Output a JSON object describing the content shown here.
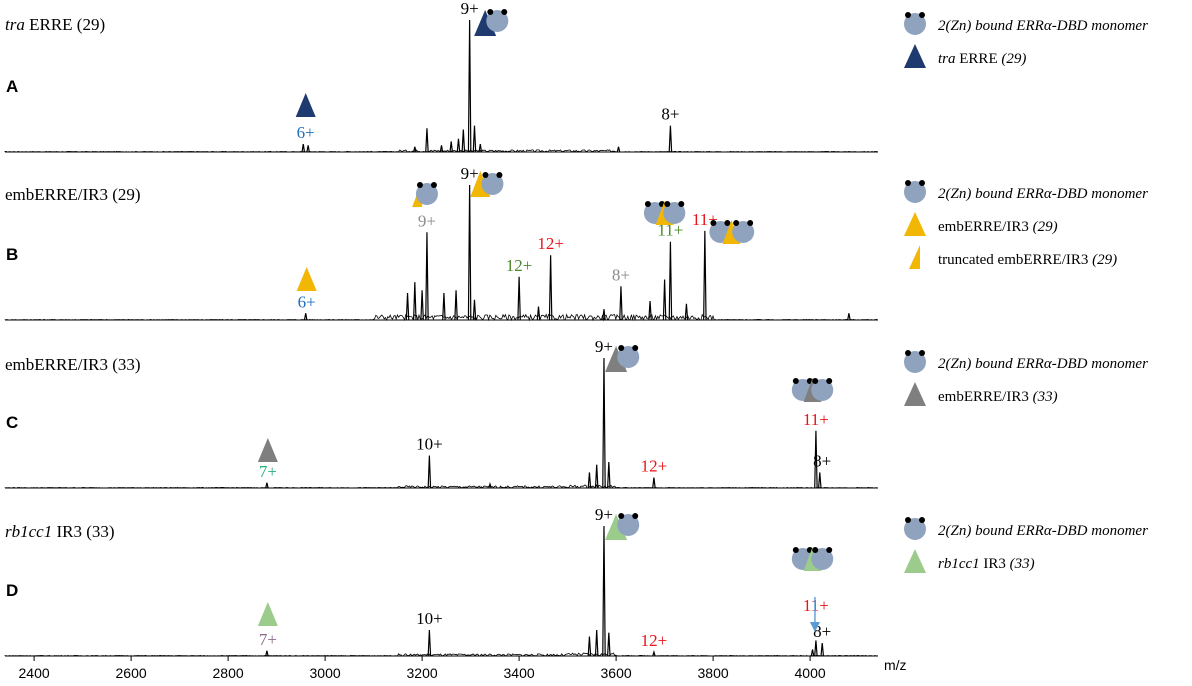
{
  "colors": {
    "navy": "#1f3a6e",
    "yellow": "#f2b705",
    "gray_tri": "#7f7f7f",
    "green_tri": "#9ccc8c",
    "protein": "#8fa3bf",
    "blue_label": "#1f6fc0",
    "green_label": "#4a8a2a",
    "red_label": "#e8141a",
    "gray_label": "#8c8c8c",
    "teal_label": "#25b07a",
    "purple_label": "#8c6a8a",
    "arrow": "#5b9bd5"
  },
  "x_axis": {
    "label": "m/z",
    "ticks": [
      "2400",
      "2600",
      "2800",
      "3000",
      "3200",
      "3400",
      "3600",
      "3800",
      "4000"
    ]
  },
  "chart_data": [
    {
      "type": "line",
      "panel": "A",
      "title_italic": "tra",
      "title_rest": " ERRE (29)",
      "xlim": [
        2340,
        4140
      ],
      "peaks": [
        {
          "x": 2955,
          "y": 0.06
        },
        {
          "x": 2965,
          "y": 0.05
        },
        {
          "x": 3185,
          "y": 0.04
        },
        {
          "x": 3210,
          "y": 0.18
        },
        {
          "x": 3240,
          "y": 0.05
        },
        {
          "x": 3260,
          "y": 0.08
        },
        {
          "x": 3275,
          "y": 0.1
        },
        {
          "x": 3285,
          "y": 0.17
        },
        {
          "x": 3298,
          "y": 1.0
        },
        {
          "x": 3308,
          "y": 0.2
        },
        {
          "x": 3320,
          "y": 0.06
        },
        {
          "x": 3605,
          "y": 0.04
        },
        {
          "x": 3712,
          "y": 0.2
        }
      ],
      "labels": [
        {
          "text": "9+",
          "x": 3298,
          "y": 1.0,
          "color": "#000000"
        },
        {
          "text": "8+",
          "x": 3712,
          "y": 0.2,
          "color": "#000000"
        },
        {
          "text": "6+",
          "x": 2960,
          "y": 0.06,
          "color": "#1f6fc0"
        }
      ],
      "legend": [
        {
          "icon": "protein-monomer",
          "text": "2(Zn) bound ERRα-DBD monomer",
          "style": "italic"
        },
        {
          "icon": "navy-triangle",
          "text_italic": "tra",
          "text_rest": " ERRE ",
          "text_tail": "(29)"
        }
      ]
    },
    {
      "type": "line",
      "panel": "B",
      "title_italic": "",
      "title_rest": "embERRE/IR3  (29)",
      "xlim": [
        2340,
        4140
      ],
      "peaks": [
        {
          "x": 2960,
          "y": 0.05
        },
        {
          "x": 3170,
          "y": 0.2
        },
        {
          "x": 3185,
          "y": 0.28
        },
        {
          "x": 3200,
          "y": 0.22
        },
        {
          "x": 3210,
          "y": 0.65
        },
        {
          "x": 3245,
          "y": 0.2
        },
        {
          "x": 3270,
          "y": 0.22
        },
        {
          "x": 3298,
          "y": 1.0
        },
        {
          "x": 3308,
          "y": 0.15
        },
        {
          "x": 3400,
          "y": 0.32
        },
        {
          "x": 3440,
          "y": 0.1
        },
        {
          "x": 3465,
          "y": 0.48
        },
        {
          "x": 3575,
          "y": 0.08
        },
        {
          "x": 3610,
          "y": 0.25
        },
        {
          "x": 3670,
          "y": 0.14
        },
        {
          "x": 3700,
          "y": 0.3
        },
        {
          "x": 3712,
          "y": 0.58
        },
        {
          "x": 3745,
          "y": 0.12
        },
        {
          "x": 3783,
          "y": 0.66
        },
        {
          "x": 4080,
          "y": 0.05
        }
      ],
      "labels": [
        {
          "text": "9+",
          "x": 3298,
          "y": 1.0,
          "color": "#000000"
        },
        {
          "text": "9+",
          "x": 3210,
          "y": 0.65,
          "color": "#8c8c8c"
        },
        {
          "text": "12+",
          "x": 3400,
          "y": 0.32,
          "color": "#4a8a2a"
        },
        {
          "text": "12+",
          "x": 3465,
          "y": 0.48,
          "color": "#e8141a"
        },
        {
          "text": "8+",
          "x": 3610,
          "y": 0.25,
          "color": "#8c8c8c"
        },
        {
          "text": "11+",
          "x": 3712,
          "y": 0.58,
          "color": "#4a8a2a"
        },
        {
          "text": "11+",
          "x": 3783,
          "y": 0.66,
          "color": "#e8141a"
        },
        {
          "text": "6+",
          "x": 2962,
          "y": 0.05,
          "color": "#1f6fc0"
        }
      ],
      "legend": [
        {
          "icon": "protein-monomer",
          "text": "2(Zn) bound ERRα-DBD monomer",
          "style": "italic"
        },
        {
          "icon": "yellow-triangle",
          "text_italic": "",
          "text_rest": "embERRE/IR3 ",
          "text_tail": "(29)"
        },
        {
          "icon": "truncated-yellow-triangle",
          "text_italic": "",
          "text_rest": "truncated embERRE/IR3 ",
          "text_tail": "(29)"
        }
      ]
    },
    {
      "type": "line",
      "panel": "C",
      "title_italic": "",
      "title_rest": "embERRE/IR3  (33)",
      "xlim": [
        2340,
        4140
      ],
      "peaks": [
        {
          "x": 2880,
          "y": 0.04
        },
        {
          "x": 3215,
          "y": 0.25
        },
        {
          "x": 3340,
          "y": 0.03
        },
        {
          "x": 3545,
          "y": 0.12
        },
        {
          "x": 3560,
          "y": 0.18
        },
        {
          "x": 3575,
          "y": 1.0
        },
        {
          "x": 3585,
          "y": 0.2
        },
        {
          "x": 3678,
          "y": 0.08
        },
        {
          "x": 4012,
          "y": 0.44
        },
        {
          "x": 4020,
          "y": 0.12
        }
      ],
      "labels": [
        {
          "text": "9+",
          "x": 3575,
          "y": 1.0,
          "color": "#000000"
        },
        {
          "text": "10+",
          "x": 3215,
          "y": 0.25,
          "color": "#000000"
        },
        {
          "text": "12+",
          "x": 3678,
          "y": 0.08,
          "color": "#e8141a"
        },
        {
          "text": "11+",
          "x": 4012,
          "y": 0.44,
          "color": "#e8141a"
        },
        {
          "text": "8+",
          "x": 4025,
          "y": 0.12,
          "color": "#000000"
        },
        {
          "text": "7+",
          "x": 2882,
          "y": 0.04,
          "color": "#25b07a"
        }
      ],
      "legend": [
        {
          "icon": "protein-monomer",
          "text": "2(Zn) bound ERRα-DBD monomer",
          "style": "italic"
        },
        {
          "icon": "gray-triangle",
          "text_italic": "",
          "text_rest": "embERRE/IR3 ",
          "text_tail": "(33)"
        }
      ]
    },
    {
      "type": "line",
      "panel": "D",
      "title_italic": "rb1cc1",
      "title_rest": " IR3 (33)",
      "xlim": [
        2340,
        4140
      ],
      "peaks": [
        {
          "x": 2880,
          "y": 0.04
        },
        {
          "x": 3215,
          "y": 0.2
        },
        {
          "x": 3545,
          "y": 0.15
        },
        {
          "x": 3560,
          "y": 0.2
        },
        {
          "x": 3575,
          "y": 1.0
        },
        {
          "x": 3585,
          "y": 0.18
        },
        {
          "x": 3678,
          "y": 0.03
        },
        {
          "x": 4005,
          "y": 0.05
        },
        {
          "x": 4012,
          "y": 0.12
        },
        {
          "x": 4025,
          "y": 0.1
        }
      ],
      "labels": [
        {
          "text": "9+",
          "x": 3575,
          "y": 1.0,
          "color": "#000000"
        },
        {
          "text": "10+",
          "x": 3215,
          "y": 0.2,
          "color": "#000000"
        },
        {
          "text": "12+",
          "x": 3678,
          "y": 0.03,
          "color": "#e8141a"
        },
        {
          "text": "11+",
          "x": 4012,
          "y": 0.3,
          "color": "#e8141a"
        },
        {
          "text": "8+",
          "x": 4025,
          "y": 0.1,
          "color": "#000000"
        },
        {
          "text": "7+",
          "x": 2882,
          "y": 0.04,
          "color": "#8c6a8a"
        }
      ],
      "legend": [
        {
          "icon": "protein-monomer",
          "text": "2(Zn) bound ERRα-DBD monomer",
          "style": "italic"
        },
        {
          "icon": "green-triangle",
          "text_italic": "rb1cc1",
          "text_rest": " IR3 ",
          "text_tail": "(33)"
        }
      ]
    }
  ]
}
